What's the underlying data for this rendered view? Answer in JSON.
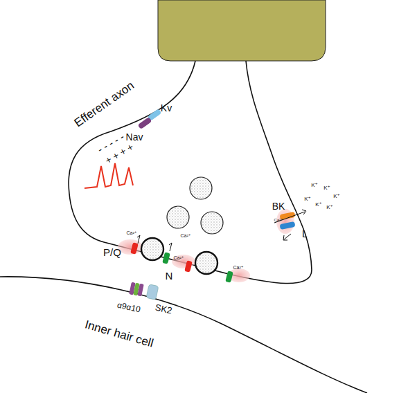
{
  "diagram": {
    "labels": [
      "Efferent axon",
      "Kv",
      "Nav",
      "- - - - -",
      "+ + + +",
      "Ca²⁺",
      "Ca²⁺",
      "Ca²⁺",
      "Ca²⁺",
      "Ca²⁺",
      "P/Q",
      "N",
      "BK",
      "L",
      "K⁺",
      "K⁺",
      "K⁺",
      "K⁺",
      "K⁺",
      "K⁺",
      "α9α10",
      "SK2",
      "Inner hair cell"
    ]
  }
}
